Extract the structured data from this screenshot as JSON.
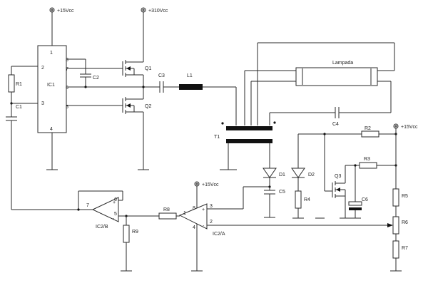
{
  "rails": {
    "vcc15": "+15Vcc",
    "vcc310": "+310Vcc"
  },
  "ic1": {
    "name": "IC1",
    "pins": [
      "1",
      "2",
      "3",
      "4",
      "5",
      "6",
      "7",
      "8"
    ]
  },
  "components": {
    "r1": "R1",
    "c1": "C1",
    "c2": "C2",
    "q1": "Q1",
    "q2": "Q2",
    "c3": "C3",
    "l1": "L1",
    "lamp": "Lampada",
    "c4": "C4",
    "t1": "T1",
    "d1": "D1",
    "d2": "D2",
    "c5": "C5",
    "r4": "R4",
    "q3": "Q3",
    "r2": "R2",
    "r3": "R3",
    "c6": "C6",
    "r5": "R5",
    "r6": "R6",
    "r7": "R7",
    "r8": "R8",
    "r9": "R9",
    "ic2a": "IC2/A",
    "ic2b": "IC2/B"
  },
  "ic2a": {
    "pins": [
      "1",
      "2",
      "3",
      "4",
      "8"
    ],
    "plus": "+",
    "minus": "-"
  },
  "ic2b": {
    "pins": [
      "5",
      "6",
      "7"
    ],
    "plus": "+",
    "minus": "-"
  }
}
